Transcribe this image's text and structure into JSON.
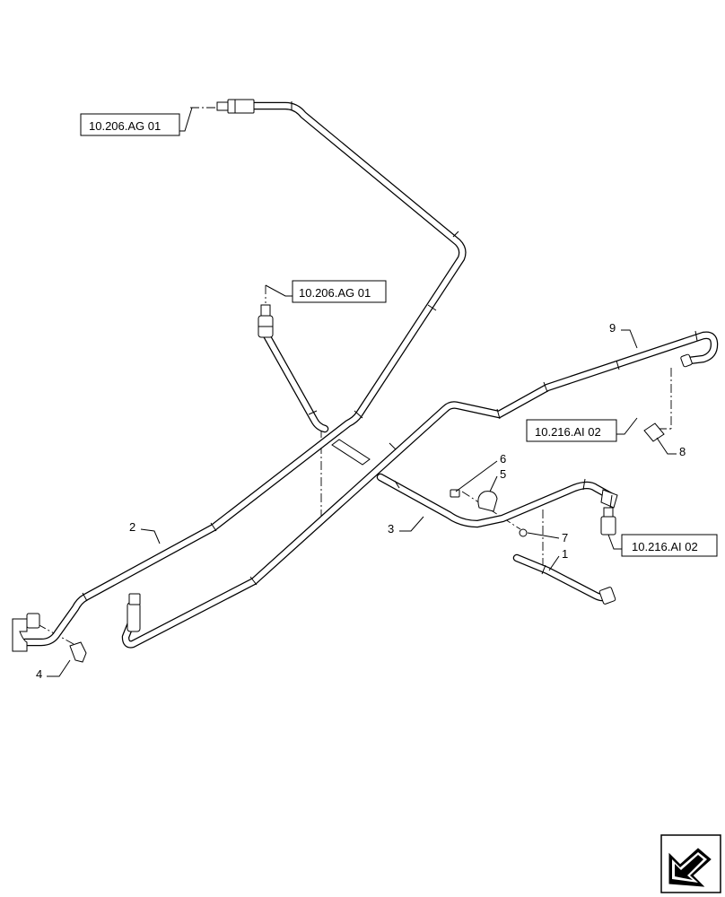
{
  "references": {
    "top_left": "10.206.AG 01",
    "middle": "10.206.AG 01",
    "right_upper": "10.216.AI 02",
    "right_lower": "10.216.AI 02"
  },
  "callouts": {
    "p1": "1",
    "p2": "2",
    "p3": "3",
    "p4": "4",
    "p5": "5",
    "p6": "6",
    "p7": "7",
    "p8": "8",
    "p9": "9"
  },
  "icons": {
    "nav": "next-page-arrow-icon"
  }
}
